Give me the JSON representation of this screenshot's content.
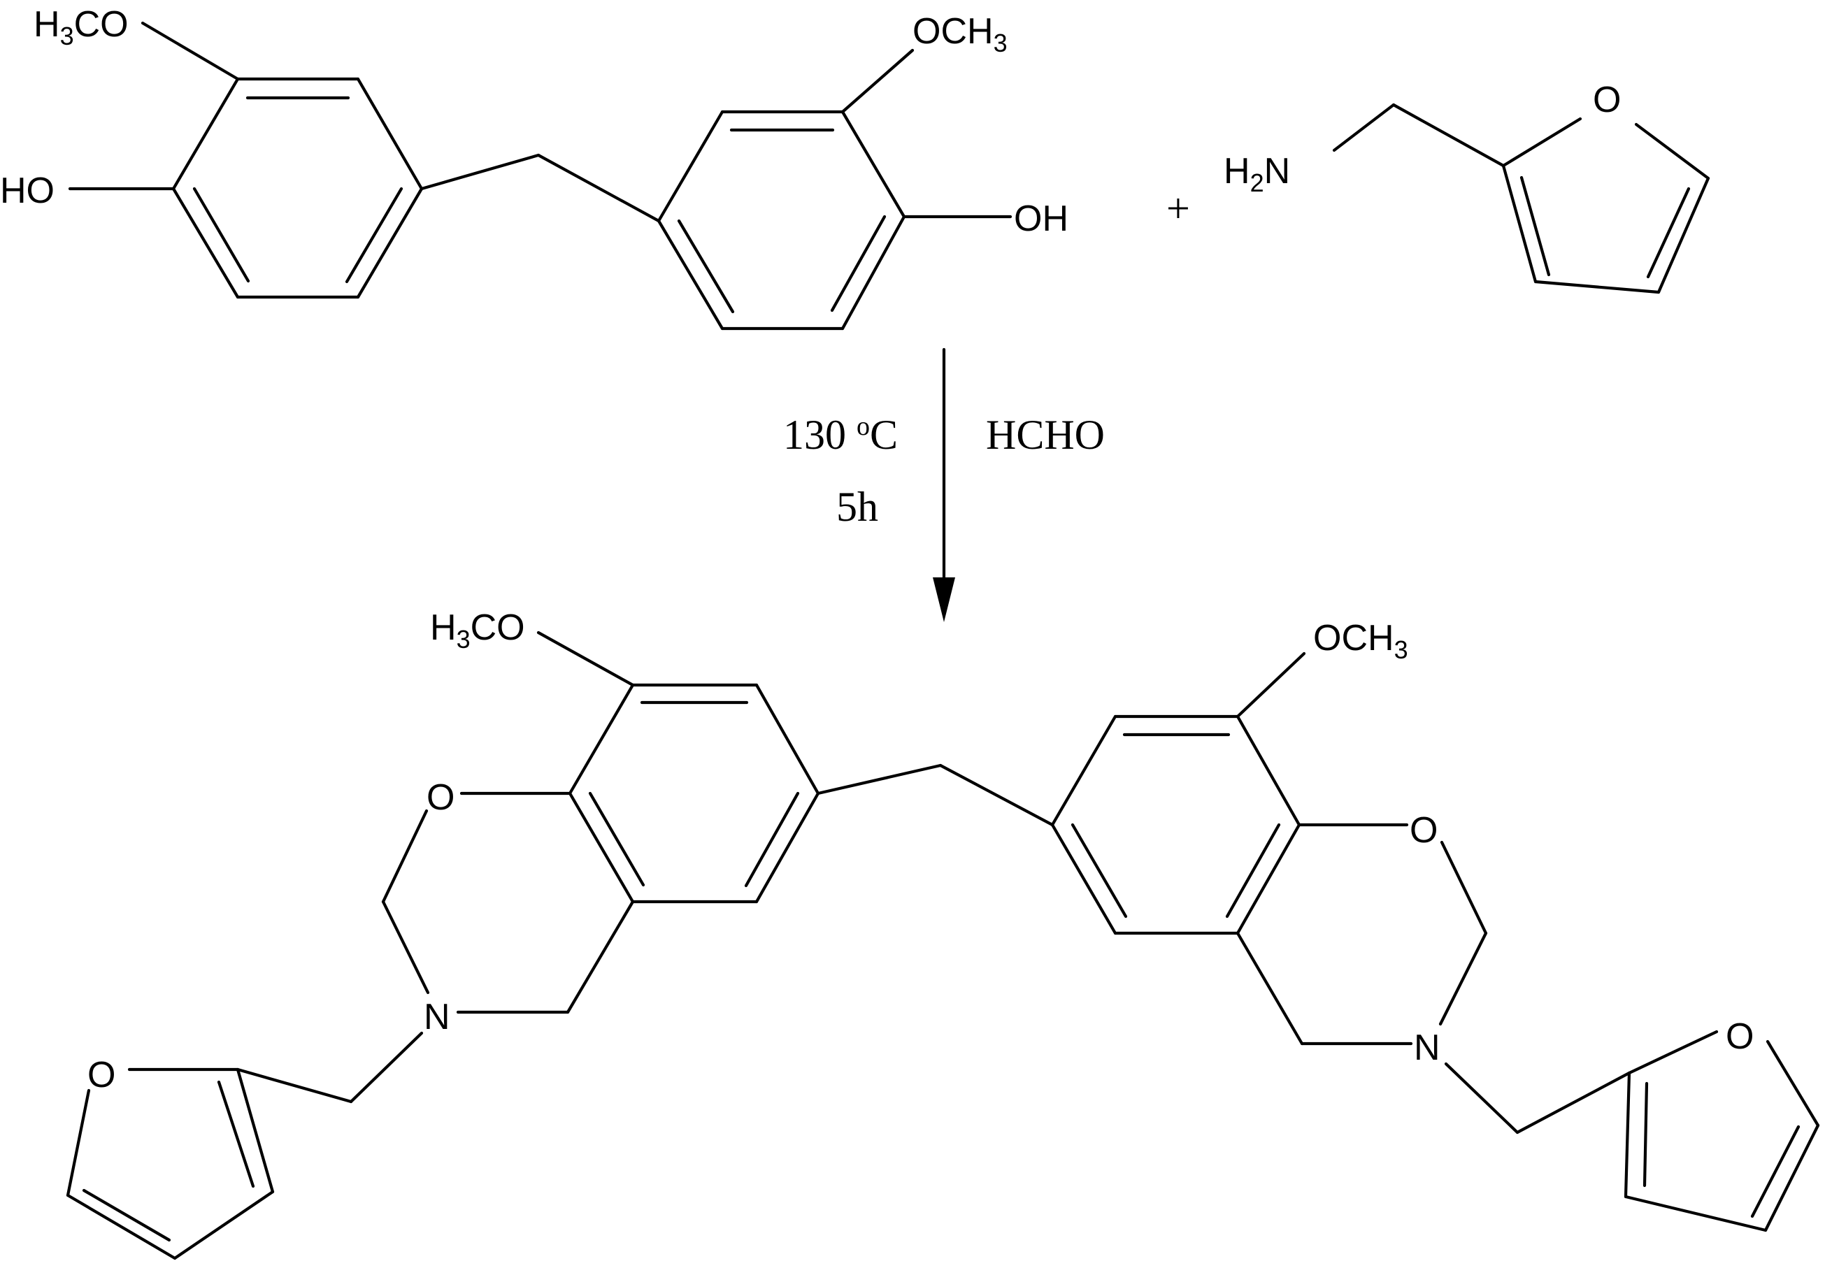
{
  "reactants": {
    "bisphenol": {
      "left_methoxy": "H3CO",
      "left_hydroxyl": "HO",
      "right_methoxy": "OCH3",
      "right_hydroxyl": "OH"
    },
    "plus_sign": "+",
    "furfurylamine": {
      "amine": "H2N",
      "ring_oxygen": "O"
    }
  },
  "conditions": {
    "temperature": "130 oC",
    "time": "5h",
    "reagent": "HCHO"
  },
  "product": {
    "left_unit": {
      "methoxy": "H3CO",
      "oxazine_oxygen": "O",
      "oxazine_nitrogen": "N",
      "furan_oxygen": "O"
    },
    "right_unit": {
      "methoxy": "OCH3",
      "oxazine_oxygen": "O",
      "oxazine_nitrogen": "N",
      "furan_oxygen": "O"
    }
  }
}
